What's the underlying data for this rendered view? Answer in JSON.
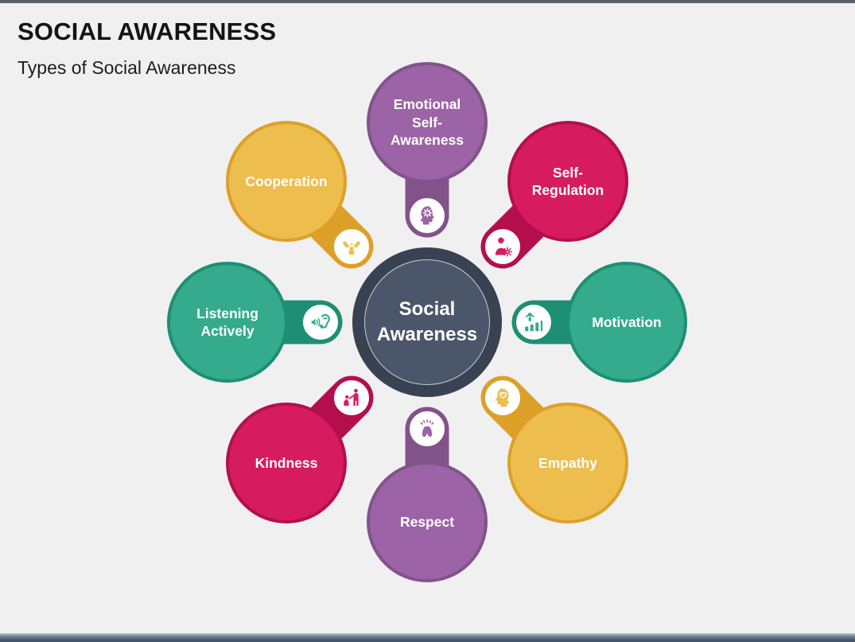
{
  "page": {
    "title": "SOCIAL AWARENESS",
    "subtitle": "Types of Social Awareness",
    "background": "#F0F0F1",
    "top_bar_color": "#5b6066",
    "bottom_bar_color": "#47576d"
  },
  "center": {
    "label": "Social Awareness",
    "ring": "#394252",
    "fill": "#4C566A"
  },
  "nodes": [
    {
      "label": "Emotional Self-Awareness",
      "icon": "mind-gear-icon",
      "position": "top",
      "fill": "#9C63A6",
      "dark": "#82538B"
    },
    {
      "label": "Self-Regulation",
      "icon": "person-gear-icon",
      "position": "top-right",
      "fill": "#D61C5F",
      "dark": "#B40F4C"
    },
    {
      "label": "Motivation",
      "icon": "achievement-icon",
      "position": "right",
      "fill": "#33AB8C",
      "dark": "#1E8E74"
    },
    {
      "label": "Empathy",
      "icon": "head-heart-icon",
      "position": "bottom-right",
      "fill": "#EDBD4E",
      "dark": "#DCA029"
    },
    {
      "label": "Respect",
      "icon": "praise-hands-icon",
      "position": "bottom",
      "fill": "#9C63A6",
      "dark": "#82538B"
    },
    {
      "label": "Kindness",
      "icon": "helping-hand-icon",
      "position": "bottom-left",
      "fill": "#D61C5F",
      "dark": "#B40F4C"
    },
    {
      "label": "Listening Actively",
      "icon": "ear-listening-icon",
      "position": "left",
      "fill": "#33AB8C",
      "dark": "#1E8E74"
    },
    {
      "label": "Cooperation",
      "icon": "handshake-icon",
      "position": "top-left",
      "fill": "#EDBD4E",
      "dark": "#DCA029"
    }
  ]
}
